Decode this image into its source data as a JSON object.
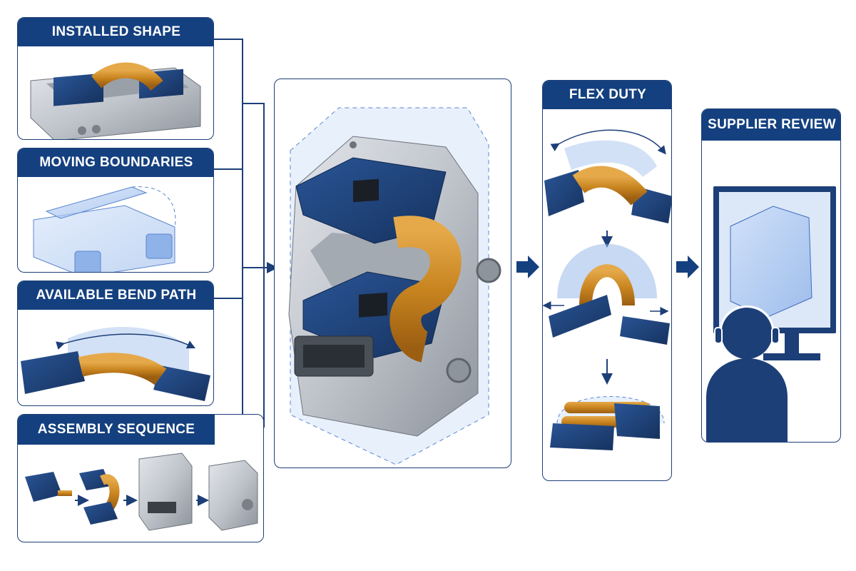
{
  "left_panels": [
    {
      "title": "INSTALLED SHAPE"
    },
    {
      "title": "MOVING BOUNDARIES"
    },
    {
      "title": "AVAILABLE BEND PATH"
    },
    {
      "title": "ASSEMBLY SEQUENCE"
    }
  ],
  "flex_duty": {
    "title": "FLEX DUTY"
  },
  "supplier_review": {
    "title": "SUPPLIER REVIEW"
  },
  "colors": {
    "header_blue": "#14407f",
    "border_blue": "#1d3f78",
    "flex_copper": "#c8841f",
    "pcb_blue": "#1b3f78",
    "housing_gray": "#b9bec6",
    "highlight_blue": "#8fb3e8"
  }
}
